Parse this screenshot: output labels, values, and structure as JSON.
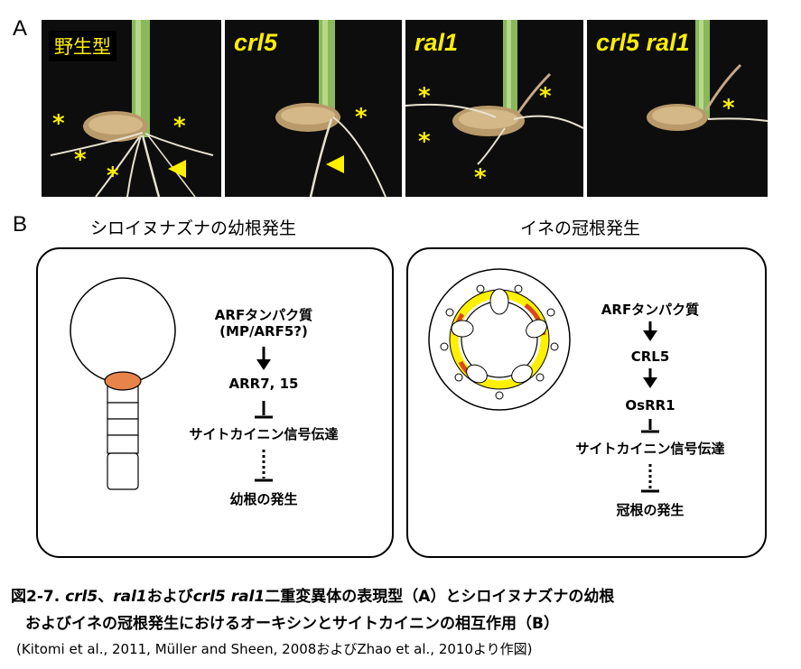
{
  "panel_a": {
    "label": "A",
    "photos": [
      {
        "label": "野生型"
      },
      {
        "label": "crl5"
      },
      {
        "label": "ral1"
      },
      {
        "label": "crl5 ral1"
      }
    ],
    "star_symbol": "*"
  },
  "panel_b": {
    "label": "B",
    "left": {
      "title": "シロイヌナズナの幼根発生",
      "flow": {
        "line1": "ARFタンパク質",
        "line2": "(MP/ARF5?)",
        "node2": "ARR7, 15",
        "node3": "サイトカイニン信号伝達",
        "node4": "幼根の発生"
      }
    },
    "right": {
      "title": "イネの冠根発生",
      "flow": {
        "node1": "ARFタンパク質",
        "node2": "CRL5",
        "node3": "OsRR1",
        "node4": "サイトカイニン信号伝達",
        "node5": "冠根の発生"
      }
    }
  },
  "caption": {
    "fig_no": "図2-7.",
    "g1": "crl5",
    "sep1": "、",
    "g2": "ral1",
    "t1": "および",
    "g3": "crl5 ral1",
    "t2": "二重変異体の表現型（A）とシロイヌナズナの幼根",
    "line2": "およびイネの冠根発生におけるオーキシンとサイトカイニンの相互作用（B）",
    "reference": "(Kitomi et al., 2011,  Müller and Sheen, 2008およびZhao et al., 2010より作図)"
  },
  "colors": {
    "label_yellow": "#ffef00",
    "orange_cell": "#e8834a",
    "ring_yellow": "#ffef00",
    "ring_red": "#d8481f"
  }
}
